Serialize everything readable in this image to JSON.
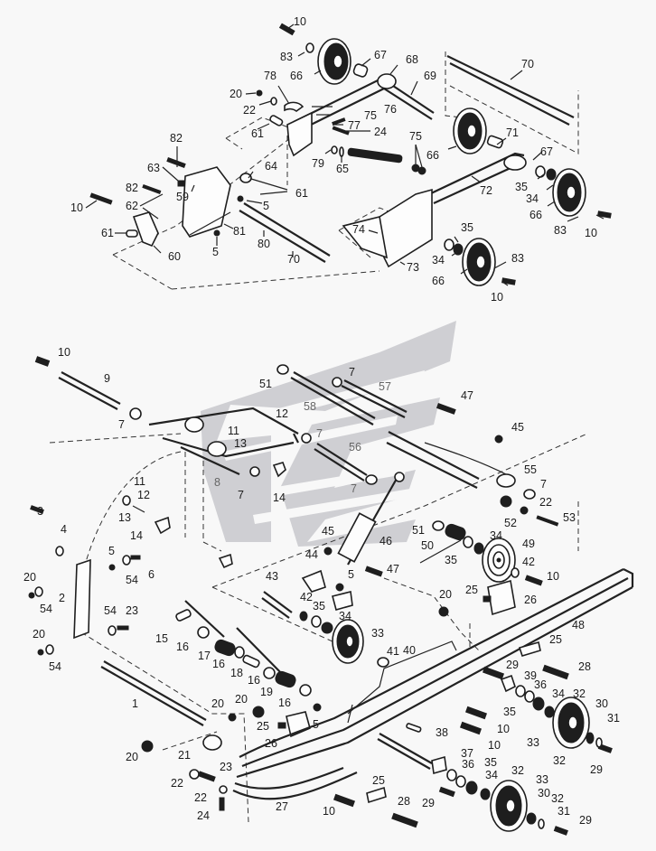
{
  "diagram": {
    "title": "Rear suspension exploded parts view",
    "watermark": "brand-logo-watermark",
    "colors": {
      "background": "#f8f8f8",
      "line": "#1e1e1e",
      "watermark": "#cfcfd3"
    },
    "sections": [
      {
        "name": "front-arm-assembly",
        "callouts": [
          "10",
          "83",
          "66",
          "67",
          "68",
          "69",
          "70",
          "78",
          "20",
          "22",
          "61",
          "76",
          "75",
          "77",
          "24",
          "82",
          "63",
          "64",
          "59",
          "10",
          "62",
          "61",
          "5",
          "60",
          "5",
          "81",
          "80",
          "70",
          "79",
          "65",
          "75",
          "66",
          "71",
          "67",
          "72",
          "35",
          "34",
          "66",
          "83",
          "10",
          "74",
          "73",
          "35",
          "34",
          "66",
          "83",
          "10"
        ]
      },
      {
        "name": "rear-arm-and-rail-assembly",
        "callouts": [
          "10",
          "9",
          "7",
          "51",
          "7",
          "57",
          "58",
          "12",
          "11",
          "13",
          "7",
          "56",
          "8",
          "7",
          "14",
          "47",
          "45",
          "55",
          "7",
          "22",
          "53",
          "52",
          "11",
          "12",
          "13",
          "14",
          "3",
          "4",
          "5",
          "54",
          "6",
          "45",
          "46",
          "44",
          "51",
          "50",
          "35",
          "34",
          "49",
          "42",
          "47",
          "5",
          "43",
          "42",
          "35",
          "34",
          "33",
          "41",
          "40",
          "10",
          "20",
          "25",
          "26",
          "48",
          "2",
          "20",
          "54",
          "54",
          "23",
          "20",
          "54",
          "1",
          "15",
          "16",
          "17",
          "16",
          "18",
          "16",
          "19",
          "16",
          "20",
          "20",
          "25",
          "26",
          "5",
          "25",
          "28",
          "29",
          "39",
          "36",
          "34",
          "32",
          "30",
          "31",
          "33",
          "32",
          "29",
          "35",
          "10",
          "38",
          "10",
          "20",
          "21",
          "23",
          "22",
          "22",
          "24",
          "27",
          "10",
          "37",
          "36",
          "35",
          "34",
          "32",
          "33",
          "30",
          "32",
          "31",
          "29",
          "25",
          "28",
          "29"
        ]
      }
    ],
    "labels": {
      "a10": "10",
      "a83": "83",
      "a66": "66",
      "a67": "67",
      "a68": "68",
      "a69": "69",
      "a70top": "70",
      "a78": "78",
      "a20": "20",
      "a22": "22",
      "a61a": "61",
      "a76": "76",
      "a75a": "75",
      "a77": "77",
      "a24": "24",
      "a82a": "82",
      "a63": "63",
      "a64": "64",
      "a59": "59",
      "a10b": "10",
      "a82b": "82",
      "a62": "62",
      "a61b": "61",
      "a61c": "61",
      "a5a": "5",
      "a60": "60",
      "a5b": "5",
      "a81": "81",
      "a80": "80",
      "a70b": "70",
      "a79": "79",
      "a65": "65",
      "a75b": "75",
      "a66b": "66",
      "a71": "71",
      "a67b": "67",
      "a72": "72",
      "a35a": "35",
      "a34a": "34",
      "a66c": "66",
      "a83b": "83",
      "a10c": "10",
      "a74": "74",
      "a73": "73",
      "a35b": "35",
      "a34b": "34",
      "a66d": "66",
      "a83c": "83",
      "a10d": "10",
      "b10": "10",
      "b9": "9",
      "b7a": "7",
      "b51a": "51",
      "b7b": "7",
      "b57": "57",
      "b58": "58",
      "b12a": "12",
      "b11a": "11",
      "b13a": "13",
      "b7c": "7",
      "b56": "56",
      "b8": "8",
      "b7d": "7",
      "b14a": "14",
      "b7e": "7",
      "b47a": "47",
      "b45a": "45",
      "b55": "55",
      "b7f": "7",
      "b22a": "22",
      "b53": "53",
      "b52": "52",
      "b11b": "11",
      "b12b": "12",
      "b13b": "13",
      "b14b": "14",
      "b3": "3",
      "b4": "4",
      "b5a": "5",
      "b54a": "54",
      "b6": "6",
      "b45b": "45",
      "b46": "46",
      "b44": "44",
      "b51b": "51",
      "b50": "50",
      "b35a": "35",
      "b34a": "34",
      "b49": "49",
      "b42a": "42",
      "b47b": "47",
      "b5b": "5",
      "b43": "43",
      "b42b": "42",
      "b35b": "35",
      "b34b": "34",
      "b33a": "33",
      "b41": "41",
      "b40": "40",
      "b10b": "10",
      "b20a": "20",
      "b25a": "25",
      "b26a": "26",
      "b48": "48",
      "c2": "2",
      "c20a": "20",
      "c54a": "54",
      "c54b": "54",
      "c23a": "23",
      "c20b": "20",
      "c54c": "54",
      "c1": "1",
      "c15": "15",
      "c16a": "16",
      "c17": "17",
      "c16b": "16",
      "c18": "18",
      "c16c": "16",
      "c19": "19",
      "c16d": "16",
      "c20c": "20",
      "c20d": "20",
      "c25b": "25",
      "c26b": "26",
      "c5c": "5",
      "c25c": "25",
      "c28a": "28",
      "c29a": "29",
      "c39": "39",
      "c36a": "36",
      "c34c": "34",
      "c32a": "32",
      "c30a": "30",
      "c31a": "31",
      "c35c": "35",
      "c33b": "33",
      "c32b": "32",
      "c29b": "29",
      "c10c": "10",
      "c38": "38",
      "c10d": "10",
      "c20e": "20",
      "c21": "21",
      "c23b": "23",
      "c22a": "22",
      "c22b": "22",
      "c24": "24",
      "c27": "27",
      "c10e": "10",
      "c37": "37",
      "c36b": "36",
      "c35d": "35",
      "c34d": "34",
      "c32c": "32",
      "c33c": "33",
      "c30b": "30",
      "c32d": "32",
      "c31b": "31",
      "c29c": "29",
      "c25d": "25",
      "c28b": "28",
      "c29d": "29"
    }
  }
}
